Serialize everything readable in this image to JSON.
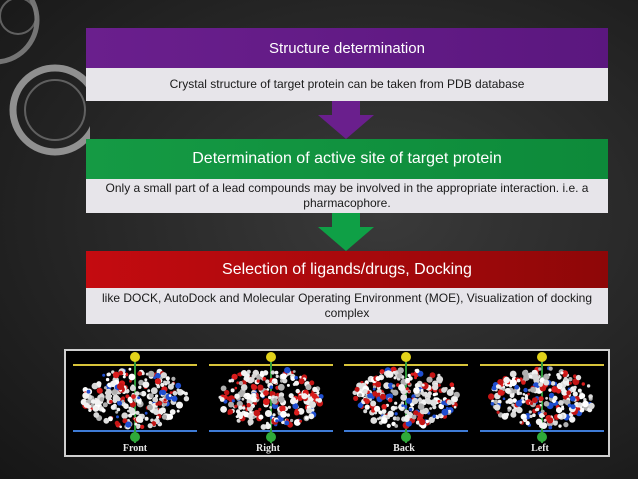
{
  "steps": [
    {
      "title": "Structure determination",
      "description": "Crystal structure of target protein can be taken from PDB database",
      "color": "#6a1f8d"
    },
    {
      "title": "Determination of active site of target protein",
      "description": "Only a small part of a lead compounds may be involved in the appropriate interaction. i.e. a pharmacophore.",
      "color": "#159a44"
    },
    {
      "title": "Selection of ligands/drugs, Docking",
      "description": "like DOCK, AutoDock and Molecular Operating Environment (MOE), Visualization of docking complex",
      "color": "#c40b10"
    }
  ],
  "arrow_colors": [
    "#6a1f8d",
    "#0fa046"
  ],
  "molecule_views": [
    "Front",
    "Right",
    "Back",
    "Left"
  ]
}
